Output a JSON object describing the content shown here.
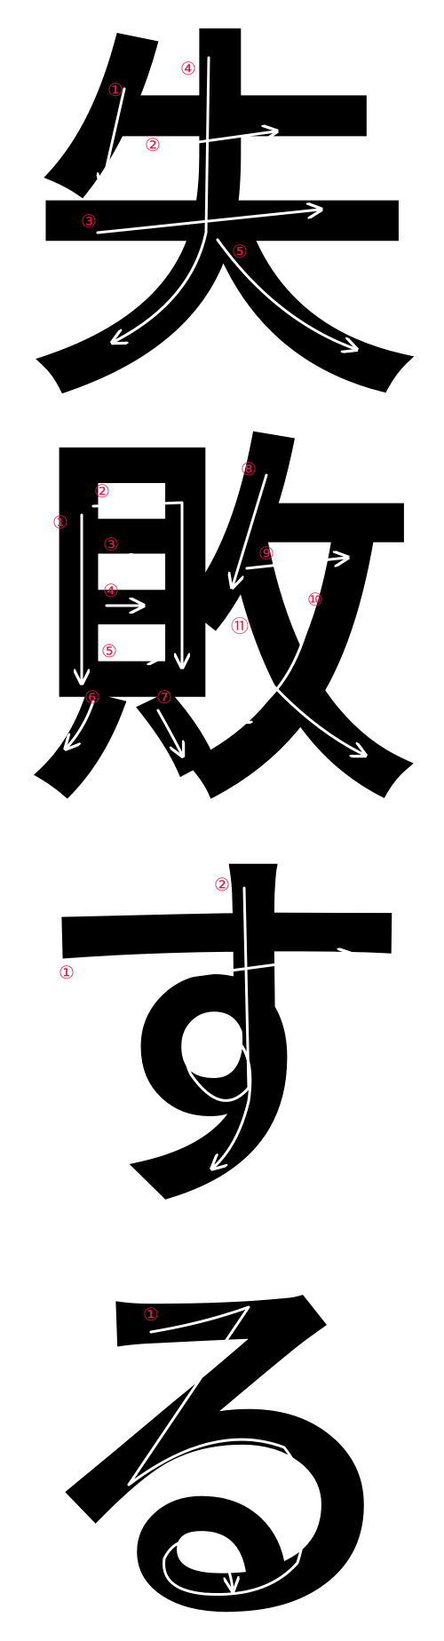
{
  "colors": {
    "background": "#ffffff",
    "glyph": "#000000",
    "stroke_path": "#ffffff",
    "stroke_number": "#e8174a"
  },
  "characters": [
    {
      "char": "失",
      "stroke_numbers": [
        "①",
        "②",
        "③",
        "④",
        "⑤"
      ]
    },
    {
      "char": "敗",
      "stroke_numbers": [
        "①",
        "②",
        "③",
        "④",
        "⑤",
        "⑥",
        "⑦",
        "⑧",
        "⑨",
        "⑩",
        "⑪"
      ]
    },
    {
      "char": "す",
      "stroke_numbers": [
        "①",
        "②"
      ]
    },
    {
      "char": "る",
      "stroke_numbers": [
        "①"
      ]
    }
  ]
}
